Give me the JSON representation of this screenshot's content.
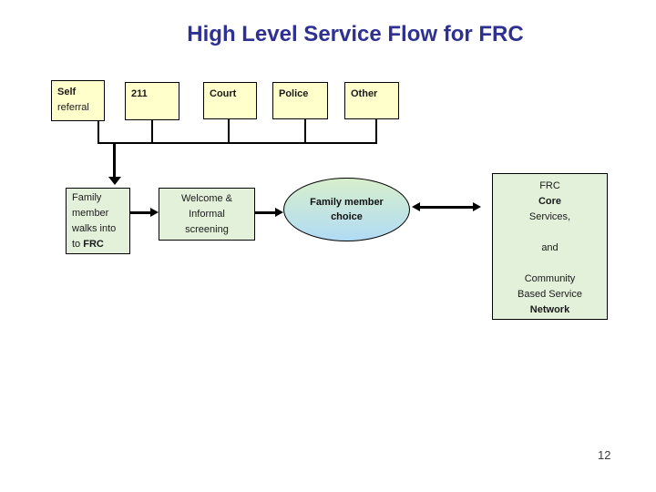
{
  "title": "High Level Service Flow for FRC",
  "page_number": "12",
  "colors": {
    "title_text": "#2e3192",
    "source_box_fill": "#ffffcc",
    "process_box_fill": "#e3f1da",
    "ellipse_gradient_top": "#d7efcb",
    "ellipse_gradient_bottom": "#b1dbf5",
    "border": "#000000",
    "arrow": "#000000"
  },
  "sources": [
    {
      "line1": "Self",
      "line2": "referral"
    },
    {
      "line1": "211"
    },
    {
      "line1": "Court"
    },
    {
      "line1": "Police"
    },
    {
      "line1": "Other"
    }
  ],
  "flow": {
    "family_box": {
      "line1": "Family",
      "line2": "member",
      "line3": "walks into",
      "line4_prefix": "to ",
      "line4_bold": "FRC"
    },
    "welcome_box": {
      "line1": "Welcome &",
      "line2": "Informal",
      "line3": "screening"
    },
    "choice_ellipse": {
      "line1": "Family member",
      "line2": "choice"
    },
    "services_box": {
      "line1": "FRC",
      "line2": "Core",
      "line3": "Services,",
      "line4": "and",
      "line5": "Community",
      "line6": "Based Service",
      "line7": "Network"
    }
  }
}
